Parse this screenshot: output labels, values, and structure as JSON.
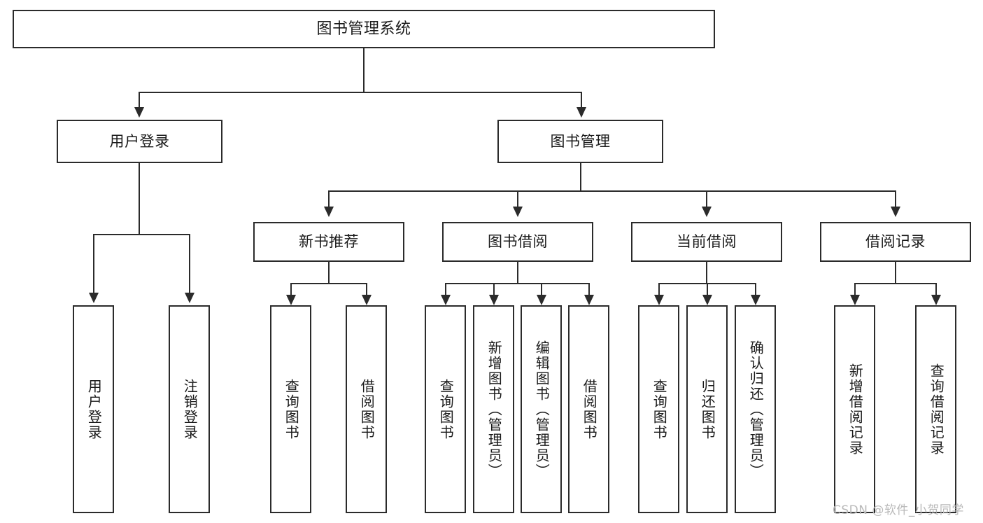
{
  "diagram": {
    "title": "图书管理系统",
    "type": "tree-hierarchy-diagram",
    "watermark": "CSDN @软件_小贺同学",
    "colors": {
      "background": "#ffffff",
      "border": "#2b2b2b",
      "text": "#1a1a1a",
      "watermark": "#b9b9b9"
    },
    "root": {
      "label": "图书管理系统"
    },
    "level2": [
      {
        "label": "用户登录"
      },
      {
        "label": "图书管理"
      }
    ],
    "level3": [
      {
        "label": "新书推荐"
      },
      {
        "label": "图书借阅"
      },
      {
        "label": "当前借阅"
      },
      {
        "label": "借阅记录"
      }
    ],
    "leaves": {
      "user_login": [
        {
          "label": "用户登录"
        },
        {
          "label": "注销登录"
        }
      ],
      "new_book": [
        {
          "label": "查询图书"
        },
        {
          "label": "借阅图书"
        }
      ],
      "borrow_book": [
        {
          "label": "查询图书"
        },
        {
          "label": "新增图书（管理员）"
        },
        {
          "label": "编辑图书（管理员）"
        },
        {
          "label": "借阅图书"
        }
      ],
      "current_borrow": [
        {
          "label": "查询图书"
        },
        {
          "label": "归还图书"
        },
        {
          "label": "确认归还（管理员）"
        }
      ],
      "borrow_record": [
        {
          "label": "新增借阅记录"
        },
        {
          "label": "查询借阅记录"
        }
      ]
    }
  }
}
